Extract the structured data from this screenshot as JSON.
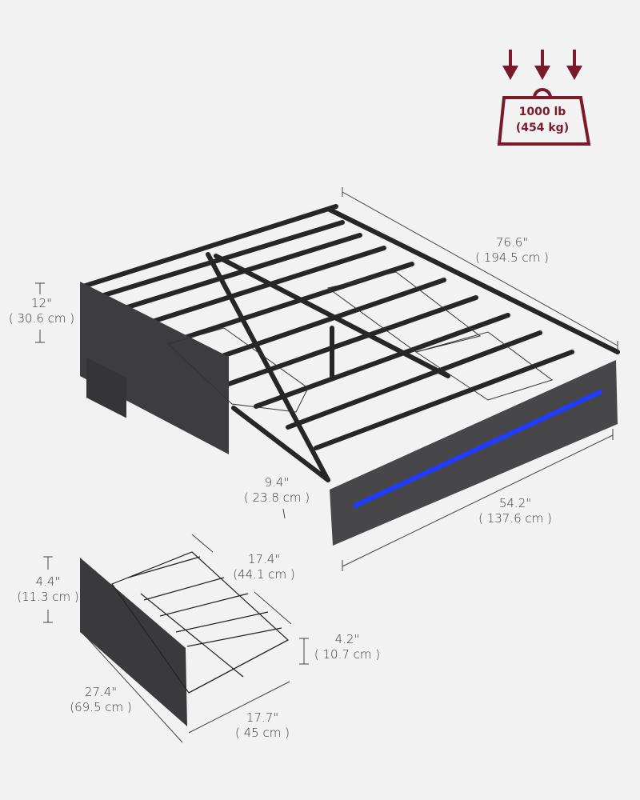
{
  "weight_capacity": {
    "line1": "1000 lb",
    "line2": "(454 kg)",
    "color": "#7a1a2a",
    "icon": "weight-load-icon"
  },
  "bed": {
    "length": {
      "in": "76.6\"",
      "cm": "( 194.5 cm )"
    },
    "width": {
      "in": "54.2\"",
      "cm": "( 137.6 cm )"
    },
    "height": {
      "in": "12\"",
      "cm": "( 30.6 cm )"
    },
    "clearance": {
      "in": "9.4\"",
      "cm": "( 23.8 cm )"
    },
    "led_color": "#1f3cff",
    "frame_color": "#2b2b2b",
    "panel_color": "#3d3d3f"
  },
  "drawer": {
    "depth": {
      "in": "17.4\"",
      "cm": "(44.1 cm )"
    },
    "height": {
      "in": "4.4\"",
      "cm": "(11.3 cm )"
    },
    "basket_height": {
      "in": "4.2\"",
      "cm": "( 10.7 cm )"
    },
    "length": {
      "in": "27.4\"",
      "cm": "(69.5 cm )"
    },
    "width": {
      "in": "17.7\"",
      "cm": "( 45 cm )"
    }
  }
}
